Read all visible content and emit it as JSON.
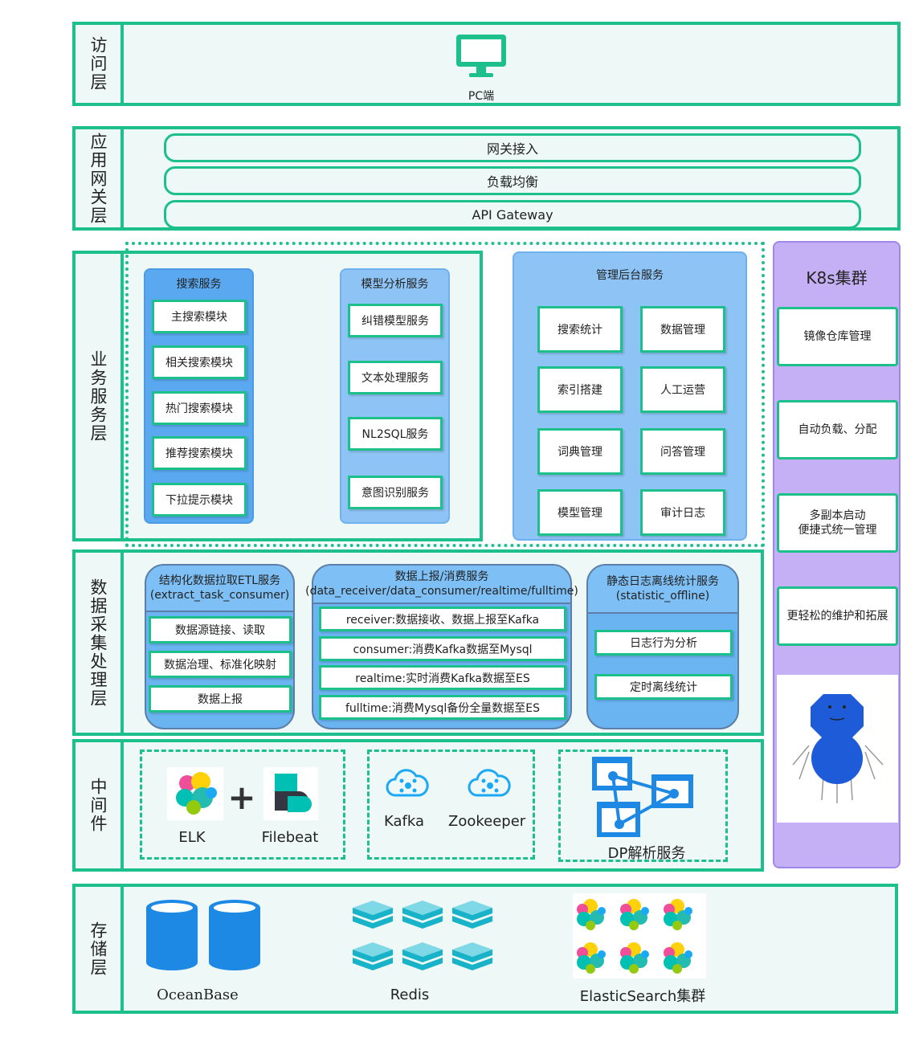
{
  "layers": {
    "access": {
      "label": "访问层",
      "pc_label": "PC端"
    },
    "gateway": {
      "label": "应用网关层",
      "bars": [
        "网关接入",
        "负载均衡",
        "API Gateway"
      ]
    },
    "business": {
      "label": "业务服务层",
      "search": {
        "title": "搜索服务",
        "modules": [
          "主搜索模块",
          "相关搜索模块",
          "热门搜索模块",
          "推荐搜索模块",
          "下拉提示模块"
        ]
      },
      "model": {
        "title": "模型分析服务",
        "modules": [
          "纠错模型服务",
          "文本处理服务",
          "NL2SQL服务",
          "意图识别服务"
        ]
      },
      "admin": {
        "title": "管理后台服务",
        "modules": [
          "搜索统计",
          "数据管理",
          "索引搭建",
          "人工运营",
          "词典管理",
          "问答管理",
          "模型管理",
          "审计日志"
        ]
      }
    },
    "data": {
      "label": "数据采集处理层",
      "etl": {
        "title": "结构化数据拉取ETL服务",
        "subtitle": "(extract_task_consumer)",
        "items": [
          "数据源链接、读取",
          "数据治理、标准化映射",
          "数据上报"
        ]
      },
      "report": {
        "title": "数据上报/消费服务",
        "subtitle": "(data_receiver/data_consumer/realtime/fulltime)",
        "items": [
          "receiver:数据接收、数据上报至Kafka",
          "consumer:消费Kafka数据至Mysql",
          "realtime:实时消费Kafka数据至ES",
          "fulltime:消费Mysql备份全量数据至ES"
        ]
      },
      "stat": {
        "title": "静态日志离线统计服务",
        "subtitle": "(statistic_offline)",
        "items": [
          "日志行为分析",
          "定时离线统计"
        ]
      }
    },
    "middleware": {
      "label": "中间件",
      "elk": "ELK",
      "plus": "+",
      "filebeat": "Filebeat",
      "kafka": "Kafka",
      "zookeeper": "Zookeeper",
      "dp": "DP解析服务"
    },
    "storage": {
      "label": "存储层",
      "oceanbase": "OceanBase",
      "redis": "Redis",
      "es": "ElasticSearch集群"
    }
  },
  "k8s": {
    "title": "K8s集群",
    "items": [
      "镜像仓库管理",
      "自动负载、分配",
      "多副本启动\n便捷式统一管理",
      "更轻松的维护和拓展"
    ]
  },
  "colors": {
    "accent": "#1dbf8a",
    "panel": "#5aa9f0",
    "k8s": "#c5b0f5"
  }
}
